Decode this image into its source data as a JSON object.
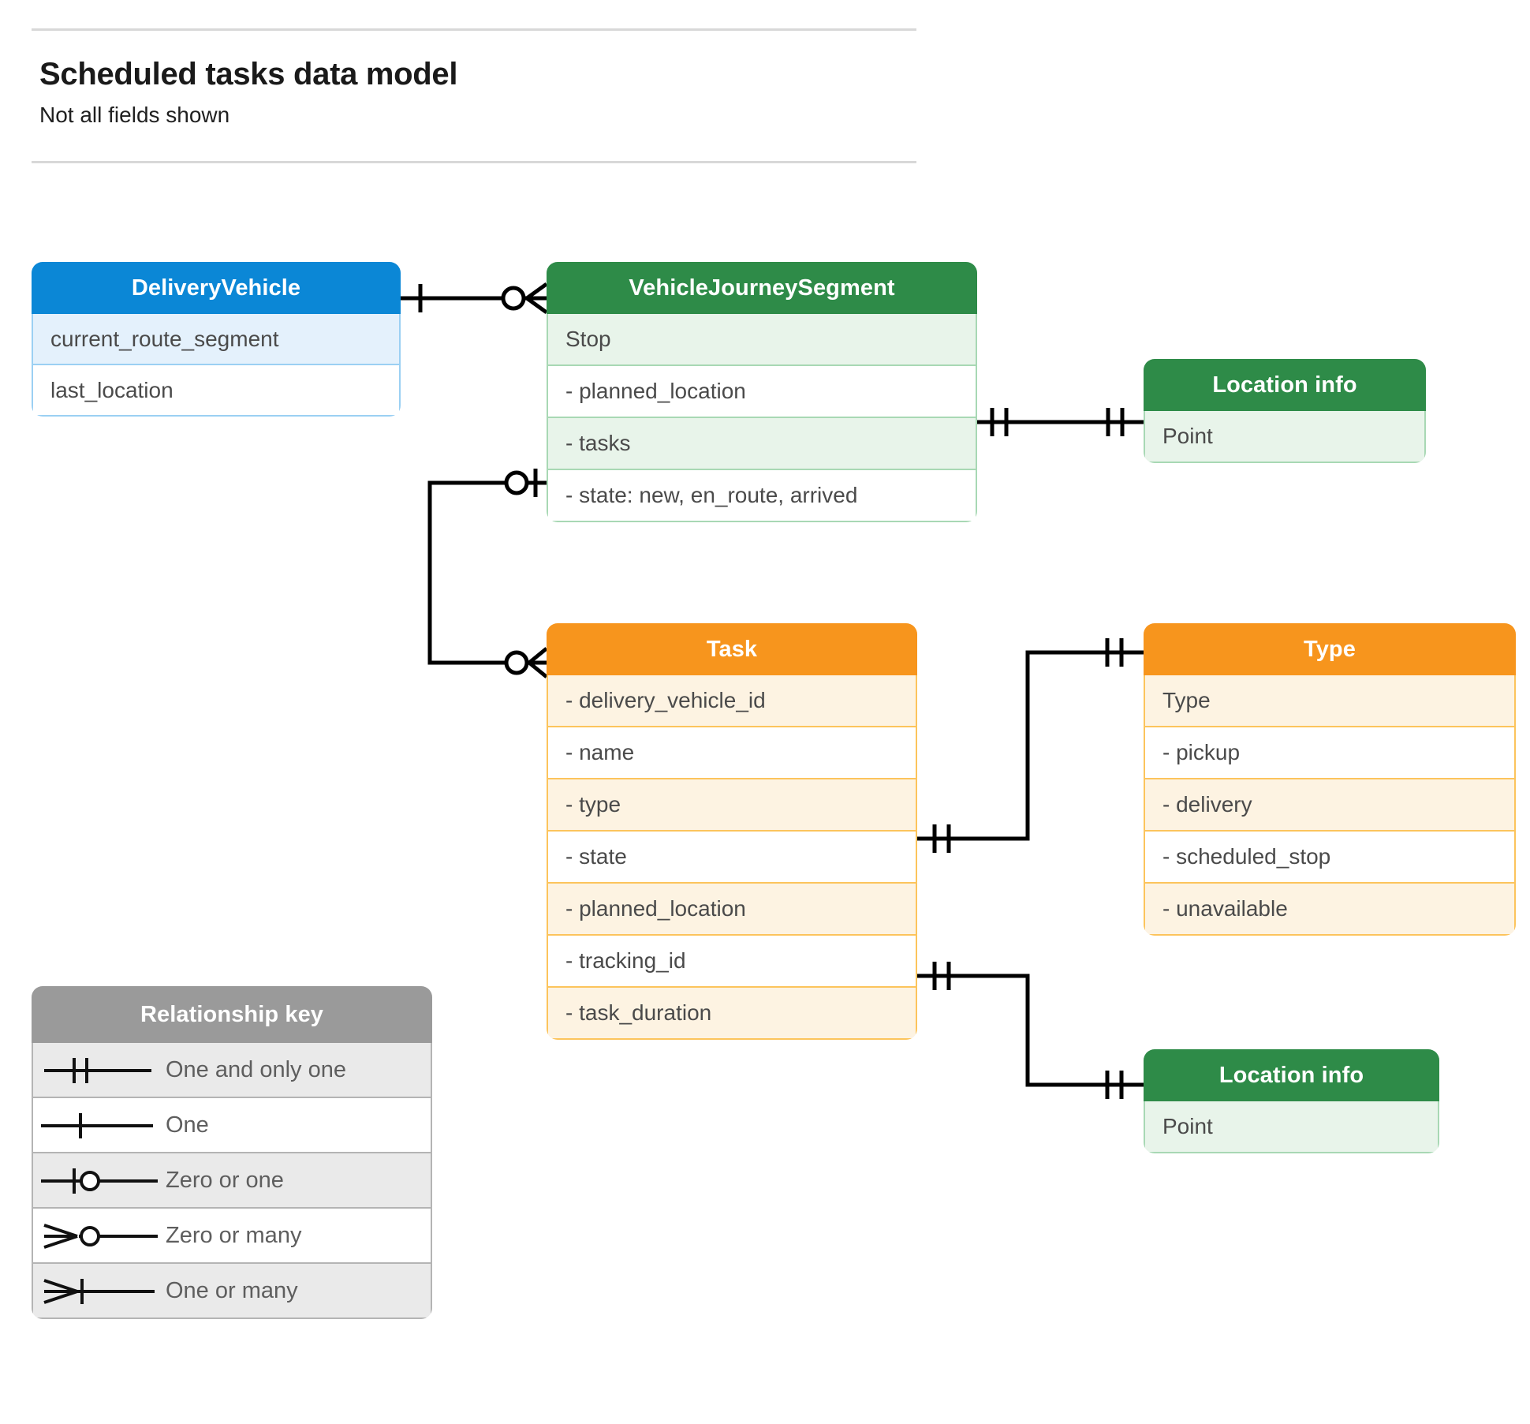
{
  "header": {
    "title": "Scheduled tasks data model",
    "subtitle": "Not all fields shown"
  },
  "colors": {
    "blue_header": "#0b87d6",
    "blue_row_alt": "#e4f1fc",
    "blue_border": "#9bd0f3",
    "green_header": "#2e8b48",
    "green_row_alt": "#e8f4ea",
    "green_border": "#a8d8b4",
    "orange_header": "#f7951d",
    "orange_row_alt": "#fdf3e2",
    "orange_border": "#fcc45c",
    "gray_header": "#9a9a9a",
    "gray_row_alt": "#eaeaea",
    "gray_border": "#b4b4b4",
    "connector": "#000000",
    "text": "#4a4a4a"
  },
  "entities": {
    "delivery_vehicle": {
      "title": "DeliveryVehicle",
      "rows": [
        "current_route_segment",
        "last_location"
      ]
    },
    "vehicle_journey_segment": {
      "title": "VehicleJourneySegment",
      "rows": [
        "Stop",
        "-  planned_location",
        "- tasks",
        "- state: new, en_route, arrived"
      ]
    },
    "location_info_top": {
      "title": "Location info",
      "rows": [
        "Point"
      ]
    },
    "task": {
      "title": "Task",
      "rows": [
        "- delivery_vehicle_id",
        "- name",
        "- type",
        "- state",
        "- planned_location",
        "- tracking_id",
        "- task_duration"
      ]
    },
    "type": {
      "title": "Type",
      "rows": [
        "Type",
        "-   pickup",
        "-   delivery",
        "-   scheduled_stop",
        "-   unavailable"
      ]
    },
    "location_info_bottom": {
      "title": "Location info",
      "rows": [
        "Point"
      ]
    }
  },
  "legend": {
    "title": "Relationship key",
    "items": [
      {
        "label": "One and only one",
        "notation": "one-and-only-one"
      },
      {
        "label": "One",
        "notation": "one"
      },
      {
        "label": "Zero or one",
        "notation": "zero-or-one"
      },
      {
        "label": "Zero or many",
        "notation": "zero-or-many"
      },
      {
        "label": "One or many",
        "notation": "one-or-many"
      }
    ]
  },
  "relationships": [
    {
      "id": "dv-to-vjs",
      "from": "DeliveryVehicle",
      "to": "VehicleJourneySegment",
      "from_notation": "one",
      "to_notation": "zero-or-many"
    },
    {
      "id": "vjs-planned-location-to-location-info",
      "from": "VehicleJourneySegment.planned_location",
      "to": "Location info",
      "from_notation": "one-and-only-one",
      "to_notation": "one-and-only-one"
    },
    {
      "id": "vjs-tasks-to-task",
      "from": "VehicleJourneySegment.tasks",
      "to": "Task",
      "from_notation": "zero-or-one",
      "to_notation": "zero-or-many"
    },
    {
      "id": "task-type-to-type",
      "from": "Task.type",
      "to": "Type",
      "from_notation": "one-and-only-one",
      "to_notation": "one-and-only-one"
    },
    {
      "id": "task-planned-location-to-location-info",
      "from": "Task.planned_location",
      "to": "Location info",
      "from_notation": "one-and-only-one",
      "to_notation": "one-and-only-one"
    }
  ]
}
